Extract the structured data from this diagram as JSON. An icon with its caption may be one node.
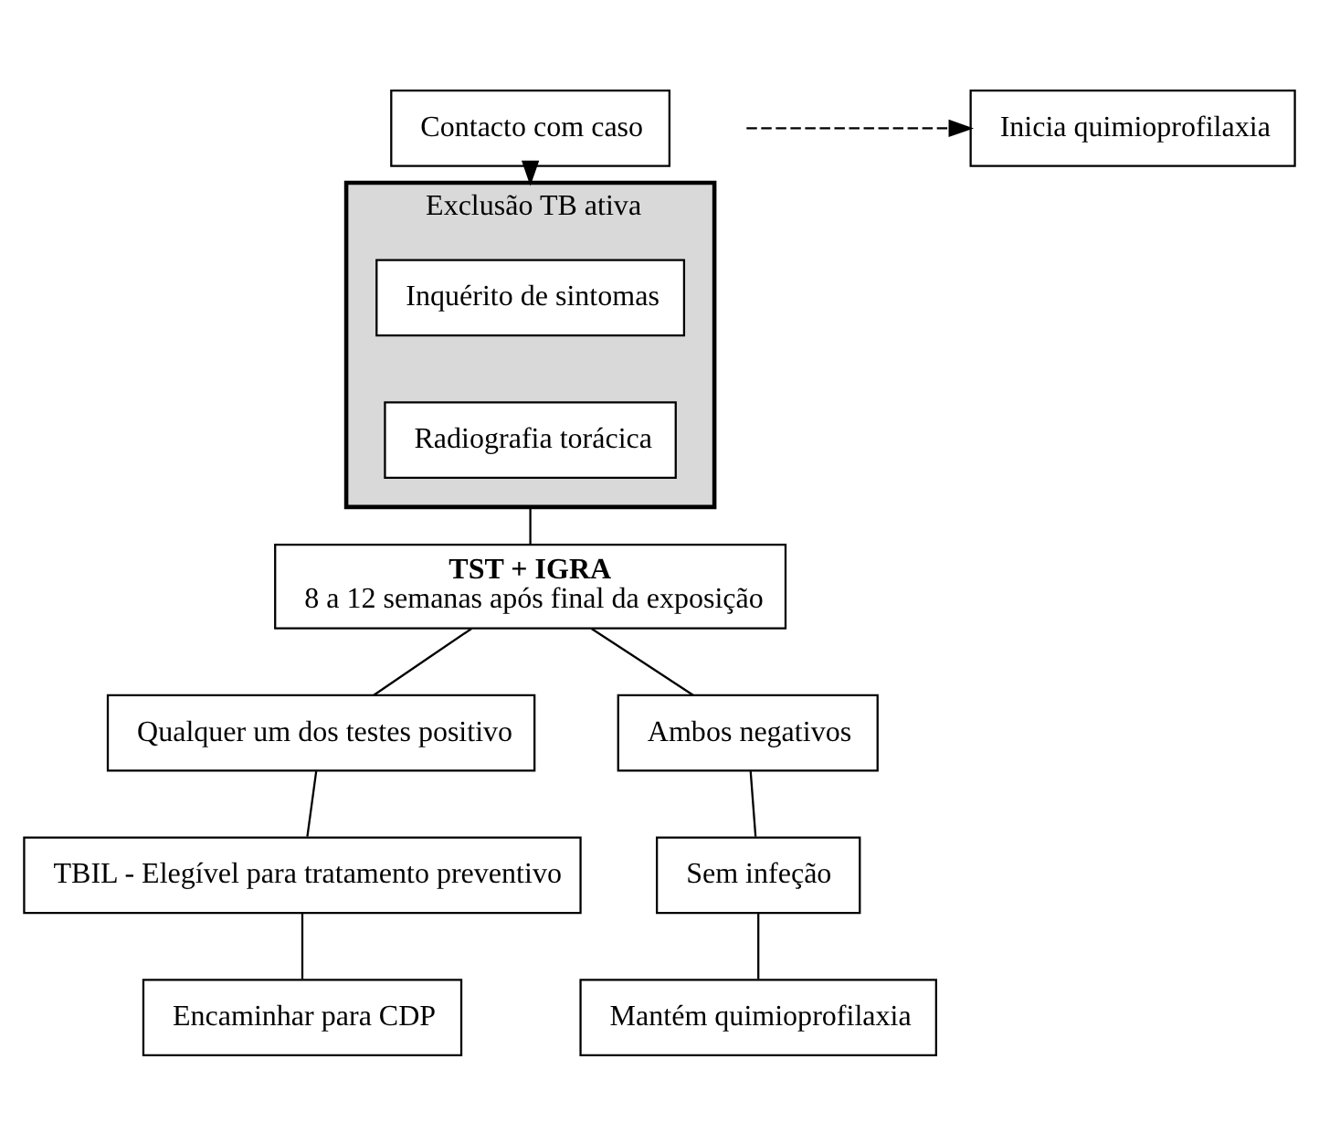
{
  "diagram": {
    "nodes": [
      {
        "text": [
          "Contacto com caso"
        ]
      },
      {
        "text": [
          "Inicia quimioprofilaxia"
        ]
      },
      {
        "text": [
          "Exclusão TB ativa"
        ]
      },
      {
        "text": [
          "Inquérito de sintomas"
        ],
        "in": 2
      },
      {
        "text": [
          "Radiografia torácica"
        ],
        "in": 2
      },
      {
        "text": [
          "TST + IGRA",
          "8 a 12 semanas após final da exposição"
        ]
      },
      {
        "text": [
          "Qualquer um dos testes positivo"
        ]
      },
      {
        "text": [
          "Ambos negativos"
        ]
      },
      {
        "text": [
          "TBIL - Elegível para tratamento preventivo"
        ]
      },
      {
        "text": [
          "Encaminhar para CDP"
        ]
      },
      {
        "text": [
          "Sem infeção"
        ]
      },
      {
        "text": [
          "Mantém quimioprofilaxia"
        ]
      }
    ],
    "edges": [
      {
        "from": 0,
        "to": 2,
        "arrow": "to"
      },
      {
        "from": null,
        "to": 1,
        "arrow": "to",
        "style": "dashed"
      },
      {
        "from": 2,
        "to": 5,
        "arrow": "none"
      },
      {
        "from": 5,
        "to": 6,
        "arrow": "none"
      },
      {
        "from": 5,
        "to": 7,
        "arrow": "none"
      },
      {
        "from": 6,
        "to": 8,
        "arrow": "none"
      },
      {
        "from": 8,
        "to": 9,
        "arrow": "none"
      },
      {
        "from": 7,
        "to": 10,
        "arrow": "none"
      },
      {
        "from": 10,
        "to": 11,
        "arrow": "none"
      }
    ]
  }
}
